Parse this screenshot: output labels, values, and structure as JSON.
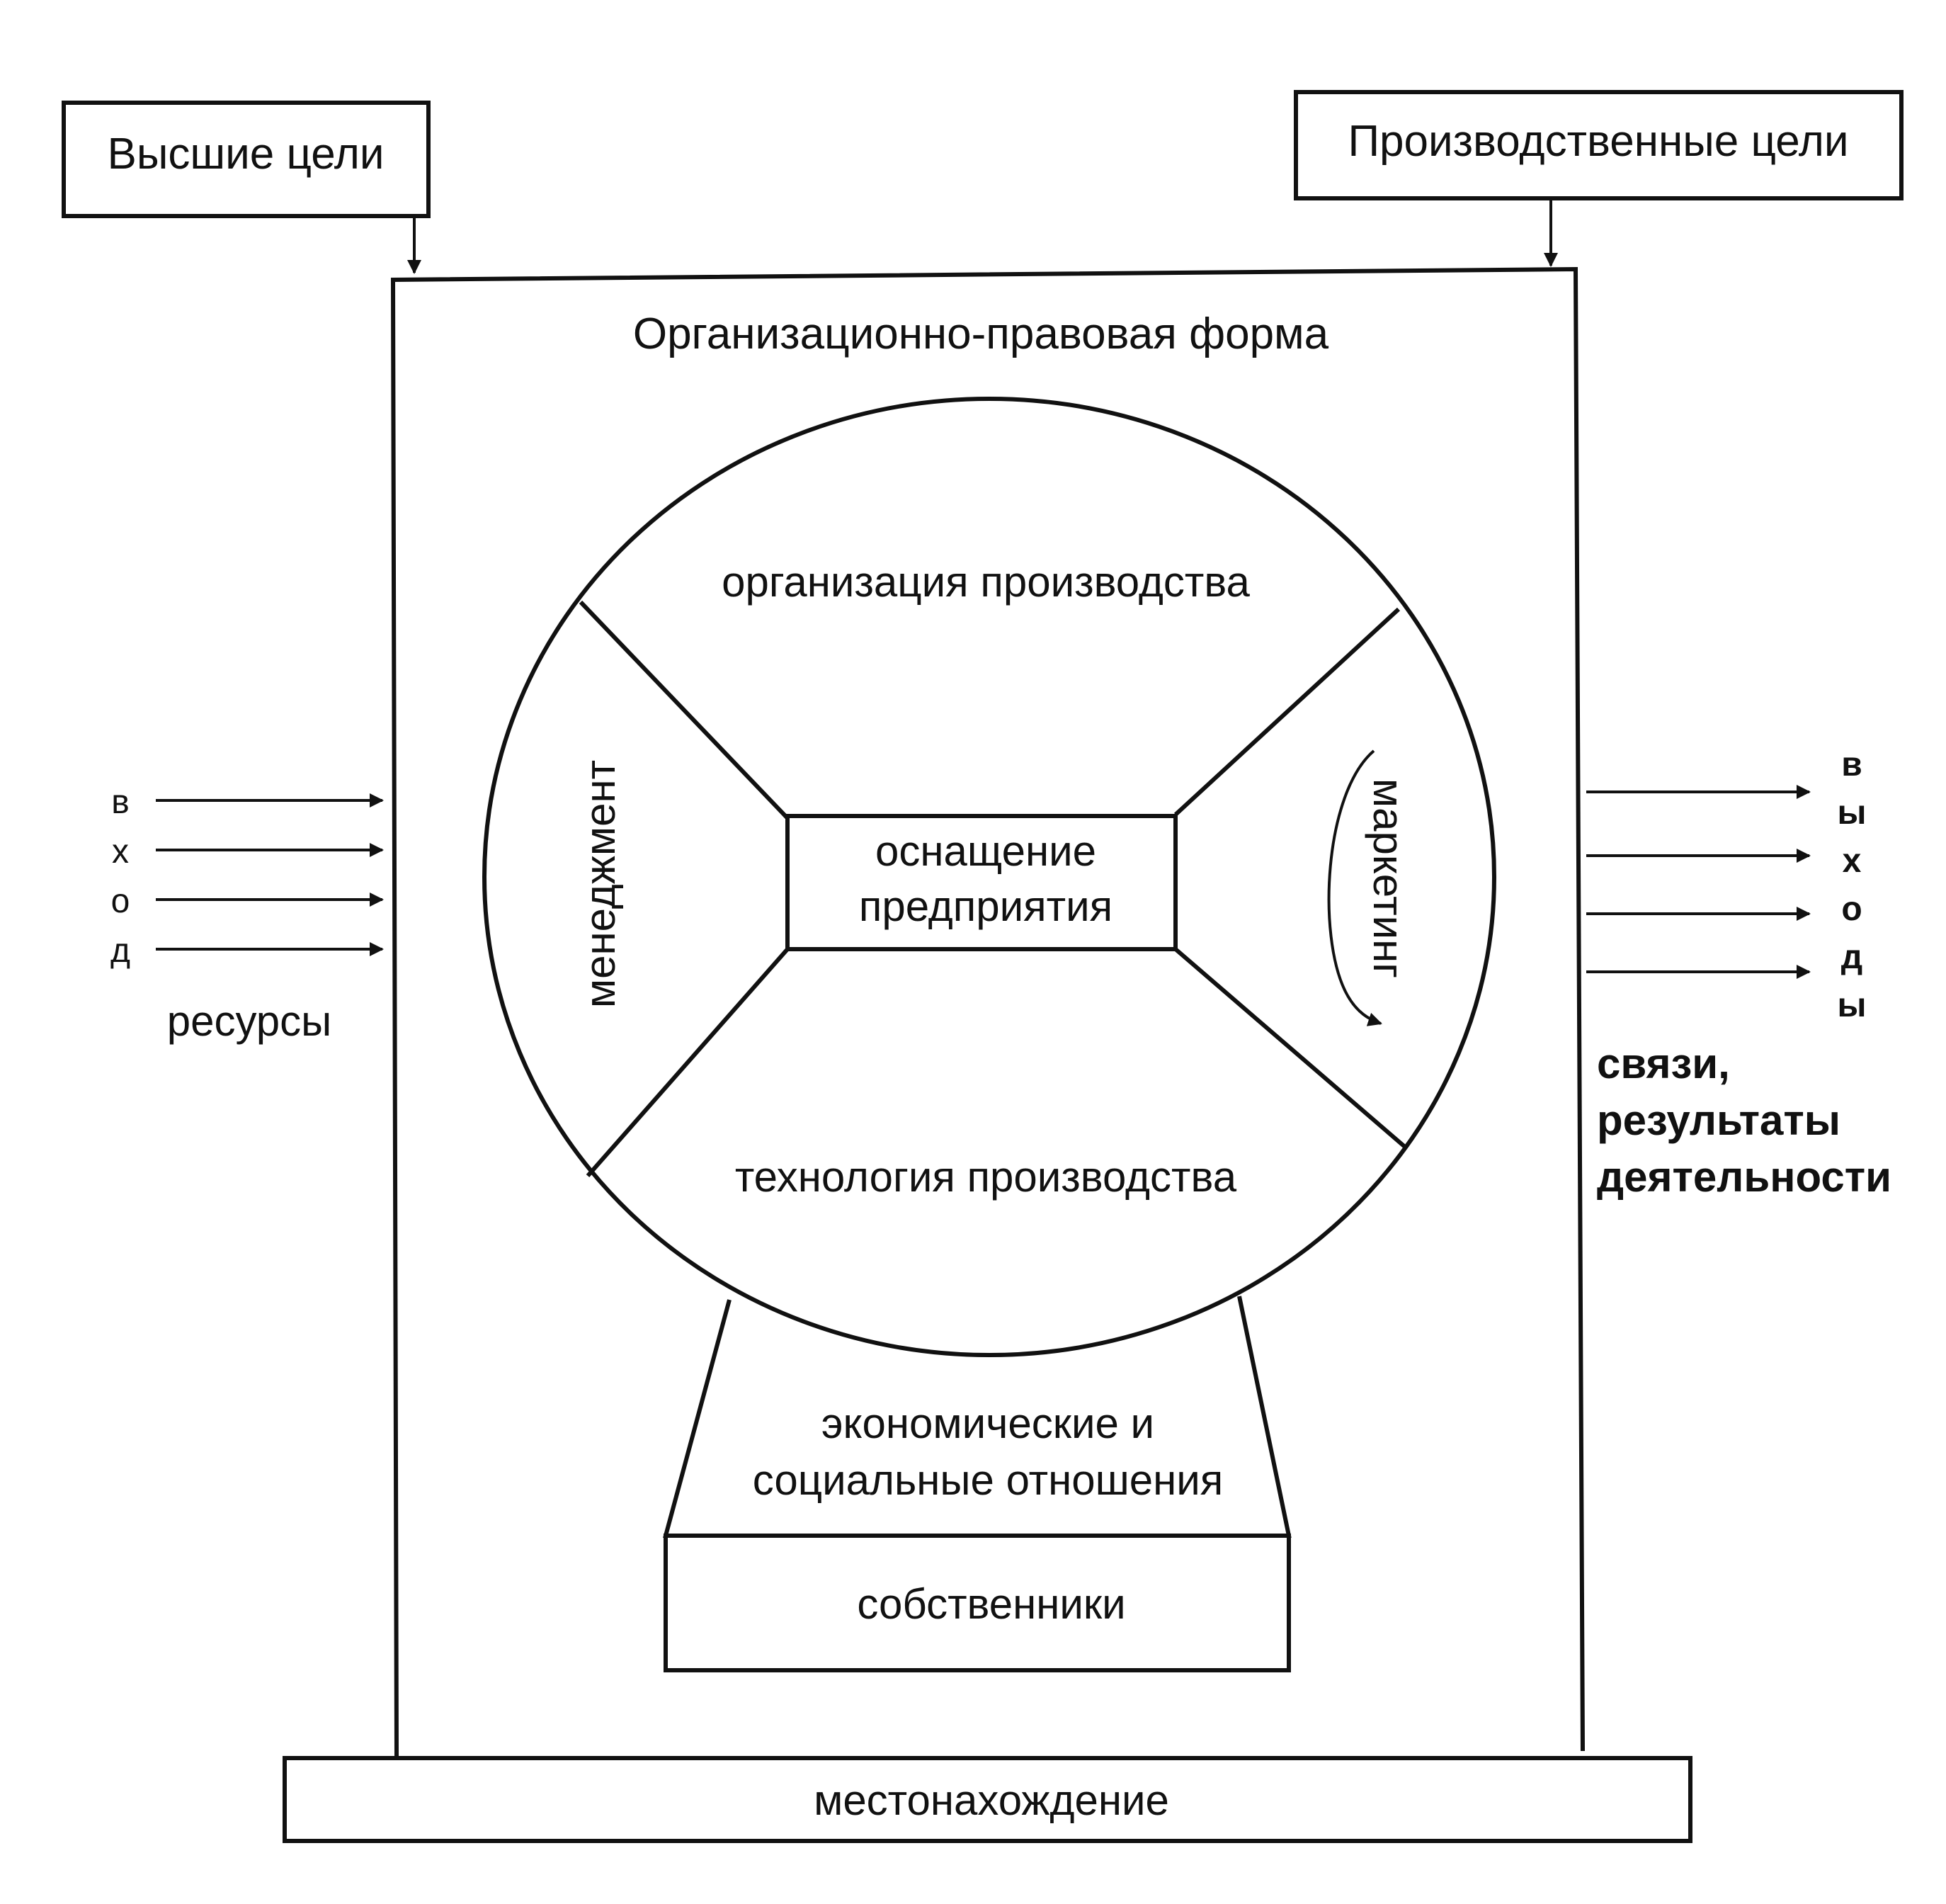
{
  "top_left_box": "Высшие цели",
  "top_right_box": "Производственные цели",
  "outer_title": "Организационно-правовая форма",
  "circle": {
    "top": "организация производства",
    "left": "менеджмент",
    "right": "маркетинг",
    "bottom": "технология производства",
    "center_line1": "оснащение",
    "center_line2": "предприятия"
  },
  "trapezoid_line1": "экономические и",
  "trapezoid_line2": "социальные отношения",
  "owners_box": "собственники",
  "location_bar": "местонахождение",
  "input": {
    "letters": [
      "в",
      "х",
      "о",
      "д"
    ],
    "caption": "ресурсы"
  },
  "output": {
    "letters": [
      "в",
      "ы",
      "х",
      "о",
      "д",
      "ы"
    ],
    "caption_line1": "связи,",
    "caption_line2": "результаты",
    "caption_line3": "деятельности"
  }
}
